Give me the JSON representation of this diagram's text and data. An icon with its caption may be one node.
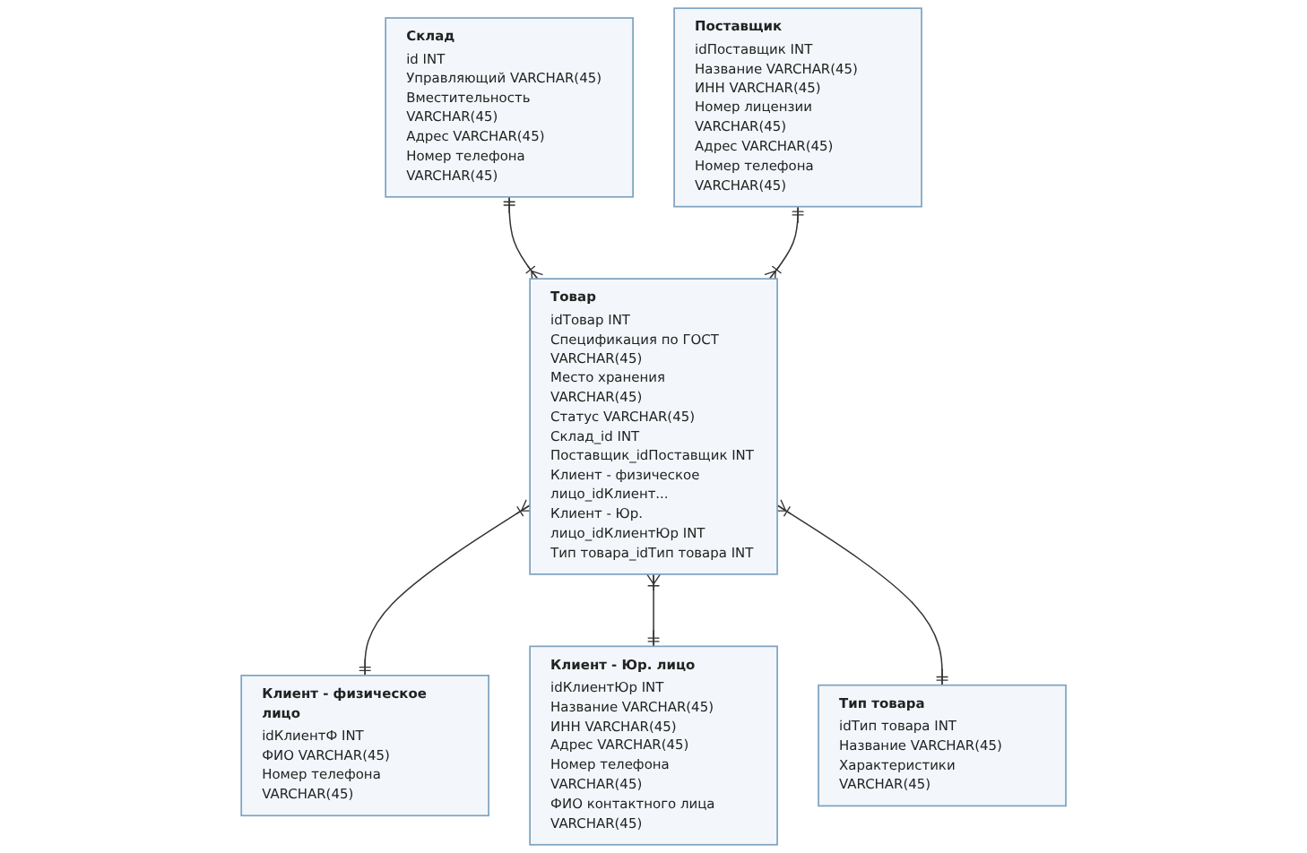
{
  "diagram": {
    "nodes": [
      {
        "text": [
          "Склад",
          "id INT",
          "Управляющий VARCHAR(45)",
          "Вместительность VARCHAR(45)",
          "Адрес VARCHAR(45)",
          "Номер телефона VARCHAR(45)"
        ]
      },
      {
        "text": [
          "Поставщик",
          "idПоставщик INT",
          "Название VARCHAR(45)",
          "ИНН VARCHAR(45)",
          "Номер лицензии VARCHAR(45)",
          "Адрес VARCHAR(45)",
          "Номер телефона VARCHAR(45)"
        ]
      },
      {
        "text": [
          "Товар",
          "idТовар INT",
          "Спецификация по ГОСТ VARCHAR(45)",
          "Место хранения VARCHAR(45)",
          "Статус VARCHAR(45)",
          "Склад_id INT",
          "Поставщик_idПоставщик INT",
          "Клиент - физическое лицо_idКлиент...",
          "Клиент - Юр. лицо_idКлиентЮр INT",
          "Тип товара_idТип товара INT"
        ]
      },
      {
        "text": [
          "Клиент - физическое лицо",
          "idКлиентФ INT",
          "ФИО VARCHAR(45)",
          "Номер телефона VARCHAR(45)"
        ]
      },
      {
        "text": [
          "Клиент - Юр. лицо",
          "idКлиентЮр INT",
          "Название VARCHAR(45)",
          "ИНН VARCHAR(45)",
          "Адрес VARCHAR(45)",
          "Номер телефона VARCHAR(45)",
          "ФИО контактного лица VARCHAR(45)"
        ]
      },
      {
        "text": [
          "Тип товара",
          "idТип товара INT",
          "Название VARCHAR(45)",
          "Характеристики VARCHAR(45)"
        ]
      }
    ],
    "edges": [
      {
        "from": 0,
        "to": 2,
        "arrow": "other"
      },
      {
        "from": 1,
        "to": 2,
        "arrow": "other"
      },
      {
        "from": 3,
        "to": 2,
        "arrow": "other"
      },
      {
        "from": 4,
        "to": 2,
        "arrow": "other"
      },
      {
        "from": 5,
        "to": 2,
        "arrow": "other"
      }
    ]
  }
}
